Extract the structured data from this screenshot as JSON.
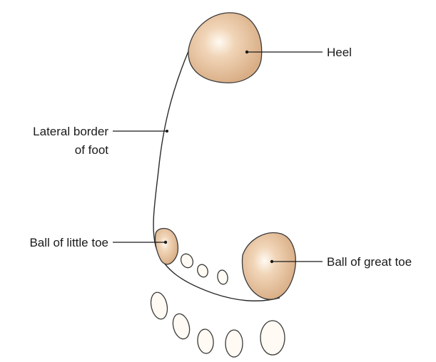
{
  "diagram": {
    "labels": {
      "heel": "Heel",
      "lateral_border_line1": "Lateral border",
      "lateral_border_line2": "of foot",
      "ball_little_toe": "Ball of little toe",
      "ball_great_toe": "Ball of great toe"
    },
    "colors": {
      "pad_fill_center": "#fff6ea",
      "pad_fill_edge": "#dcb28a",
      "outline": "#2a2a2a",
      "text": "#1a1a1a"
    }
  }
}
